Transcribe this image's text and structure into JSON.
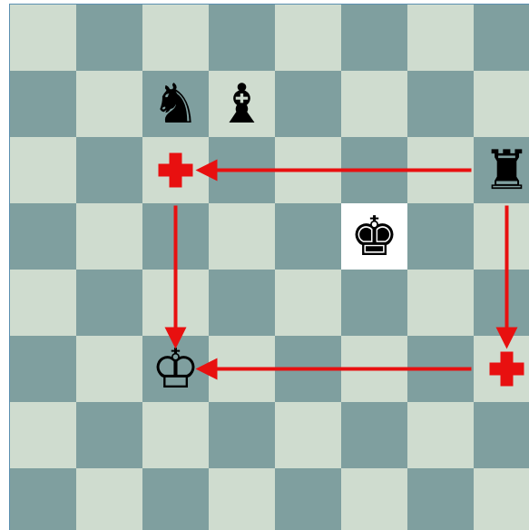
{
  "board": {
    "files": 8,
    "ranks": 8,
    "light_color": "#cfdccf",
    "dark_color": "#7f9f9f",
    "accent_color": "#e81010",
    "pieces": [
      {
        "name": "black-knight",
        "glyph": "♞",
        "color": "black",
        "square": "c7"
      },
      {
        "name": "black-bishop",
        "glyph": "♝",
        "color": "black",
        "square": "d7"
      },
      {
        "name": "black-rook",
        "glyph": "♜",
        "color": "black",
        "square": "h6"
      },
      {
        "name": "black-king",
        "glyph": "♚",
        "color": "black",
        "square": "f5",
        "white_bg": true
      },
      {
        "name": "white-king",
        "glyph": "♔",
        "color": "white",
        "square": "c3"
      }
    ],
    "markers": [
      {
        "name": "cross-marker",
        "square": "c6"
      },
      {
        "name": "cross-marker",
        "square": "h3"
      }
    ],
    "arrows": [
      {
        "from": "h6",
        "to": "c6"
      },
      {
        "from": "c6",
        "to": "c3"
      },
      {
        "from": "h6",
        "to": "h3"
      },
      {
        "from": "h3",
        "to": "c3"
      }
    ]
  }
}
